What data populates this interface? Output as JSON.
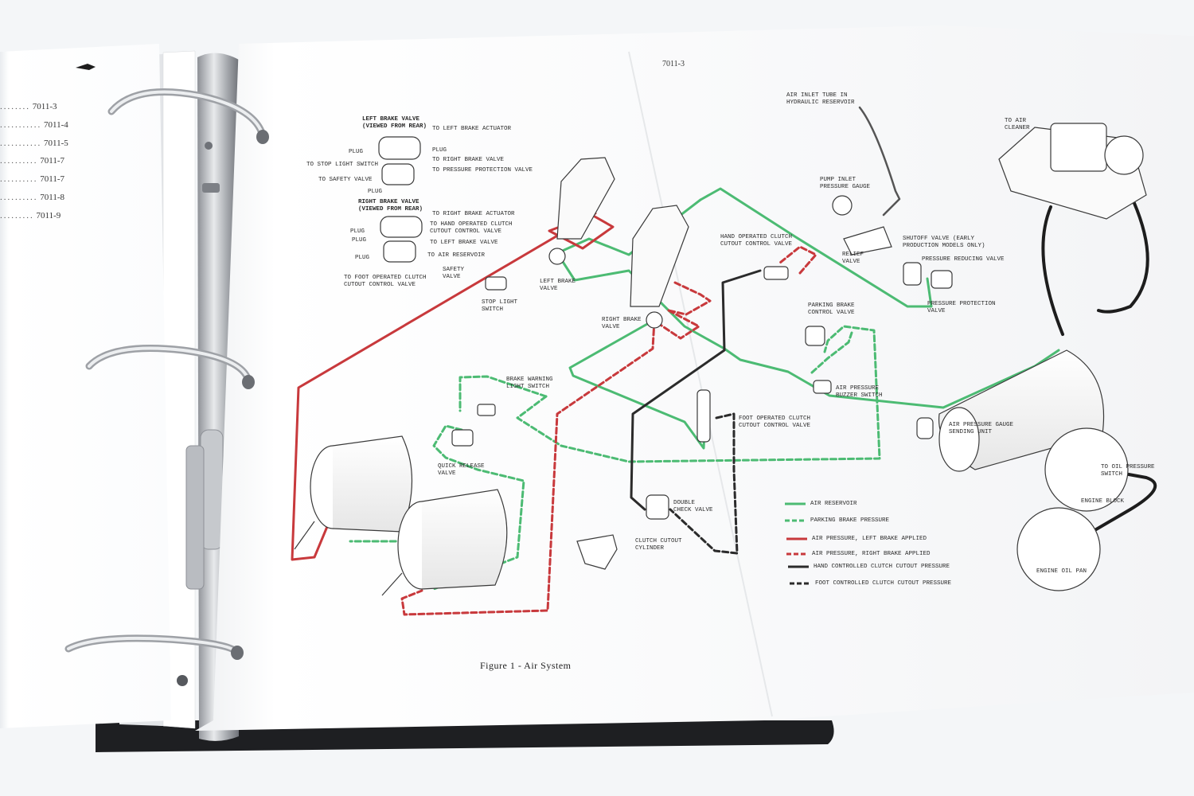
{
  "colors": {
    "air_reservoir": "#4cbb73",
    "parking_brake": "#4cbb73",
    "left_brake": "#c8393c",
    "right_brake": "#c8393c",
    "hand_clutch": "#2b2b2b",
    "foot_clutch": "#2b2b2b",
    "binder": "#1e1f22",
    "ring": "#b9bcc0"
  },
  "toc": [
    {
      "page": "7011-3"
    },
    {
      "page": "7011-4"
    },
    {
      "page": "7011-5"
    },
    {
      "page": "7011-7"
    },
    {
      "page": "7011-7"
    },
    {
      "page": "7011-8"
    },
    {
      "page": "7011-9"
    }
  ],
  "page_number": "7011-3",
  "caption": "Figure 1 - Air System",
  "labels": {
    "left_brake_valve_title": "LEFT BRAKE VALVE\n(VIEWED FROM REAR)",
    "to_left_brake_actuator": "TO LEFT BRAKE ACTUATOR",
    "plug_1": "PLUG",
    "plug_2": "PLUG",
    "to_stop_light_switch": "TO STOP LIGHT SWITCH",
    "to_right_brake_valve": "TO RIGHT BRAKE VALVE",
    "to_safety_valve": "TO SAFETY VALVE",
    "to_pressure_protection_valve": "TO PRESSURE PROTECTION VALVE",
    "plug_3": "PLUG",
    "right_brake_valve_title": "RIGHT BRAKE VALVE\n(VIEWED FROM REAR)",
    "to_right_brake_actuator": "TO RIGHT BRAKE ACTUATOR",
    "plug_4": "PLUG",
    "to_hand_clutch": "TO HAND OPERATED CLUTCH\nCUTOUT CONTROL VALVE",
    "plug_5": "PLUG",
    "to_left_brake_valve": "TO LEFT BRAKE VALVE",
    "plug_6": "PLUG",
    "to_air_reservoir": "TO AIR RESERVOIR",
    "to_foot_clutch": "TO FOOT OPERATED CLUTCH\nCUTOUT CONTROL VALVE",
    "safety_valve": "SAFETY\nVALVE",
    "left_brake_valve": "LEFT BRAKE\nVALVE",
    "stop_light_switch": "STOP LIGHT\nSWITCH",
    "right_brake_valve": "RIGHT BRAKE\nVALVE",
    "brake_warning_light_switch": "BRAKE WARNING\nLIGHT SWITCH",
    "quick_release_valve": "QUICK RELEASE\nVALVE",
    "hand_operated_clutch": "HAND OPERATED CLUTCH\nCUTOUT CONTROL VALVE",
    "air_inlet_tube": "AIR INLET TUBE IN\nHYDRAULIC RESERVOIR",
    "pump_inlet_gauge": "PUMP INLET\nPRESSURE GAUGE",
    "relief_valve": "RELIEF\nVALVE",
    "shutoff_valve": "SHUTOFF VALVE (EARLY\nPRODUCTION MODELS ONLY)",
    "pressure_reducing_valve": "PRESSURE REDUCING VALVE",
    "pressure_protection_valve": "PRESSURE PROTECTION\nVALVE",
    "to_air_cleaner": "TO AIR\nCLEANER",
    "parking_brake_control_valve": "PARKING BRAKE\nCONTROL VALVE",
    "air_pressure_buzzer_switch": "AIR PRESSURE\nBUZZER SWITCH",
    "foot_operated_clutch": "FOOT OPERATED CLUTCH\nCUTOUT CONTROL VALVE",
    "air_pressure_gauge_sending_unit": "AIR PRESSURE GAUGE\nSENDING UNIT",
    "to_oil_pressure_switch": "TO OIL PRESSURE\nSWITCH",
    "engine_block": "ENGINE BLOCK",
    "engine_oil_pan": "ENGINE OIL PAN",
    "double_check_valve": "DOUBLE\nCHECK VALVE",
    "clutch_cutout_cylinder": "CLUTCH CUTOUT\nCYLINDER"
  },
  "legend": [
    {
      "key": "air_reservoir",
      "label": "AIR RESERVOIR",
      "dashed": false
    },
    {
      "key": "parking_brake",
      "label": "PARKING BRAKE PRESSURE",
      "dashed": true
    },
    {
      "key": "left_brake",
      "label": "AIR PRESSURE, LEFT BRAKE APPLIED",
      "dashed": false
    },
    {
      "key": "right_brake",
      "label": "AIR PRESSURE, RIGHT BRAKE APPLIED",
      "dashed": true
    },
    {
      "key": "hand_clutch",
      "label": "HAND CONTROLLED CLUTCH CUTOUT PRESSURE",
      "dashed": false
    },
    {
      "key": "foot_clutch",
      "label": "FOOT CONTROLLED CLUTCH CUTOUT PRESSURE",
      "dashed": true
    }
  ]
}
